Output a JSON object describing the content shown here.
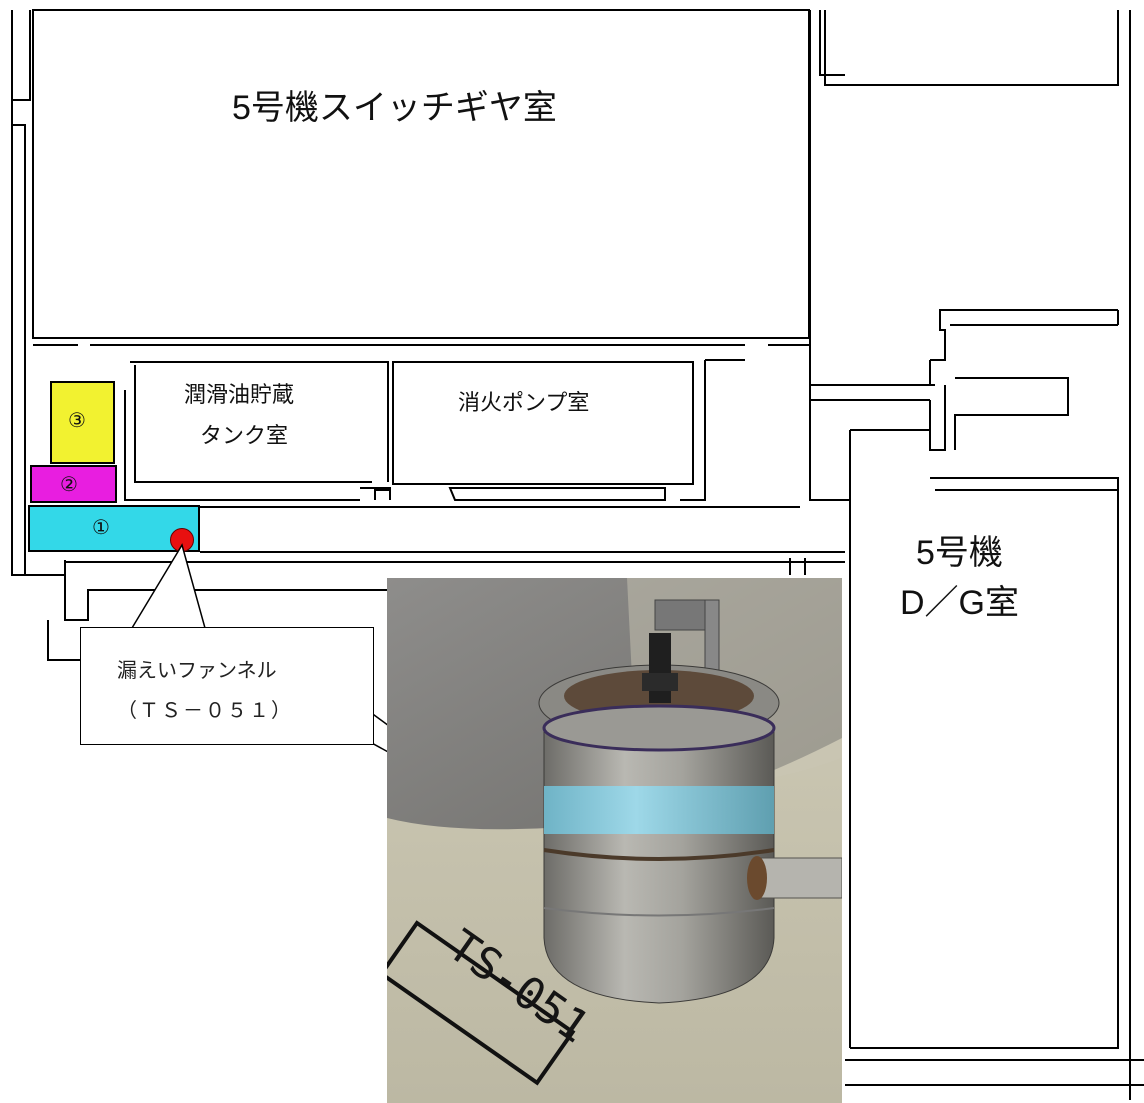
{
  "rooms": {
    "switchgear": "5号機スイッチギヤ室",
    "lube_oil_line1": "潤滑油貯蔵",
    "lube_oil_line2": "タンク室",
    "fire_pump": "消火ポンプ室",
    "dg_line1": "5号機",
    "dg_line2": "D／G室"
  },
  "areas": [
    {
      "id": "area-1",
      "label": "①",
      "color": "#33d8e8"
    },
    {
      "id": "area-2",
      "label": "②",
      "color": "#e81ee0"
    },
    {
      "id": "area-3",
      "label": "③",
      "color": "#f2f230"
    }
  ],
  "leak_point": {
    "color": "#e81010"
  },
  "callout": {
    "line1": "漏えいファンネル",
    "line2": "（ＴＳ－０５１）"
  },
  "photo": {
    "tag": "TS-051",
    "band_color": "#8fd3e6"
  }
}
